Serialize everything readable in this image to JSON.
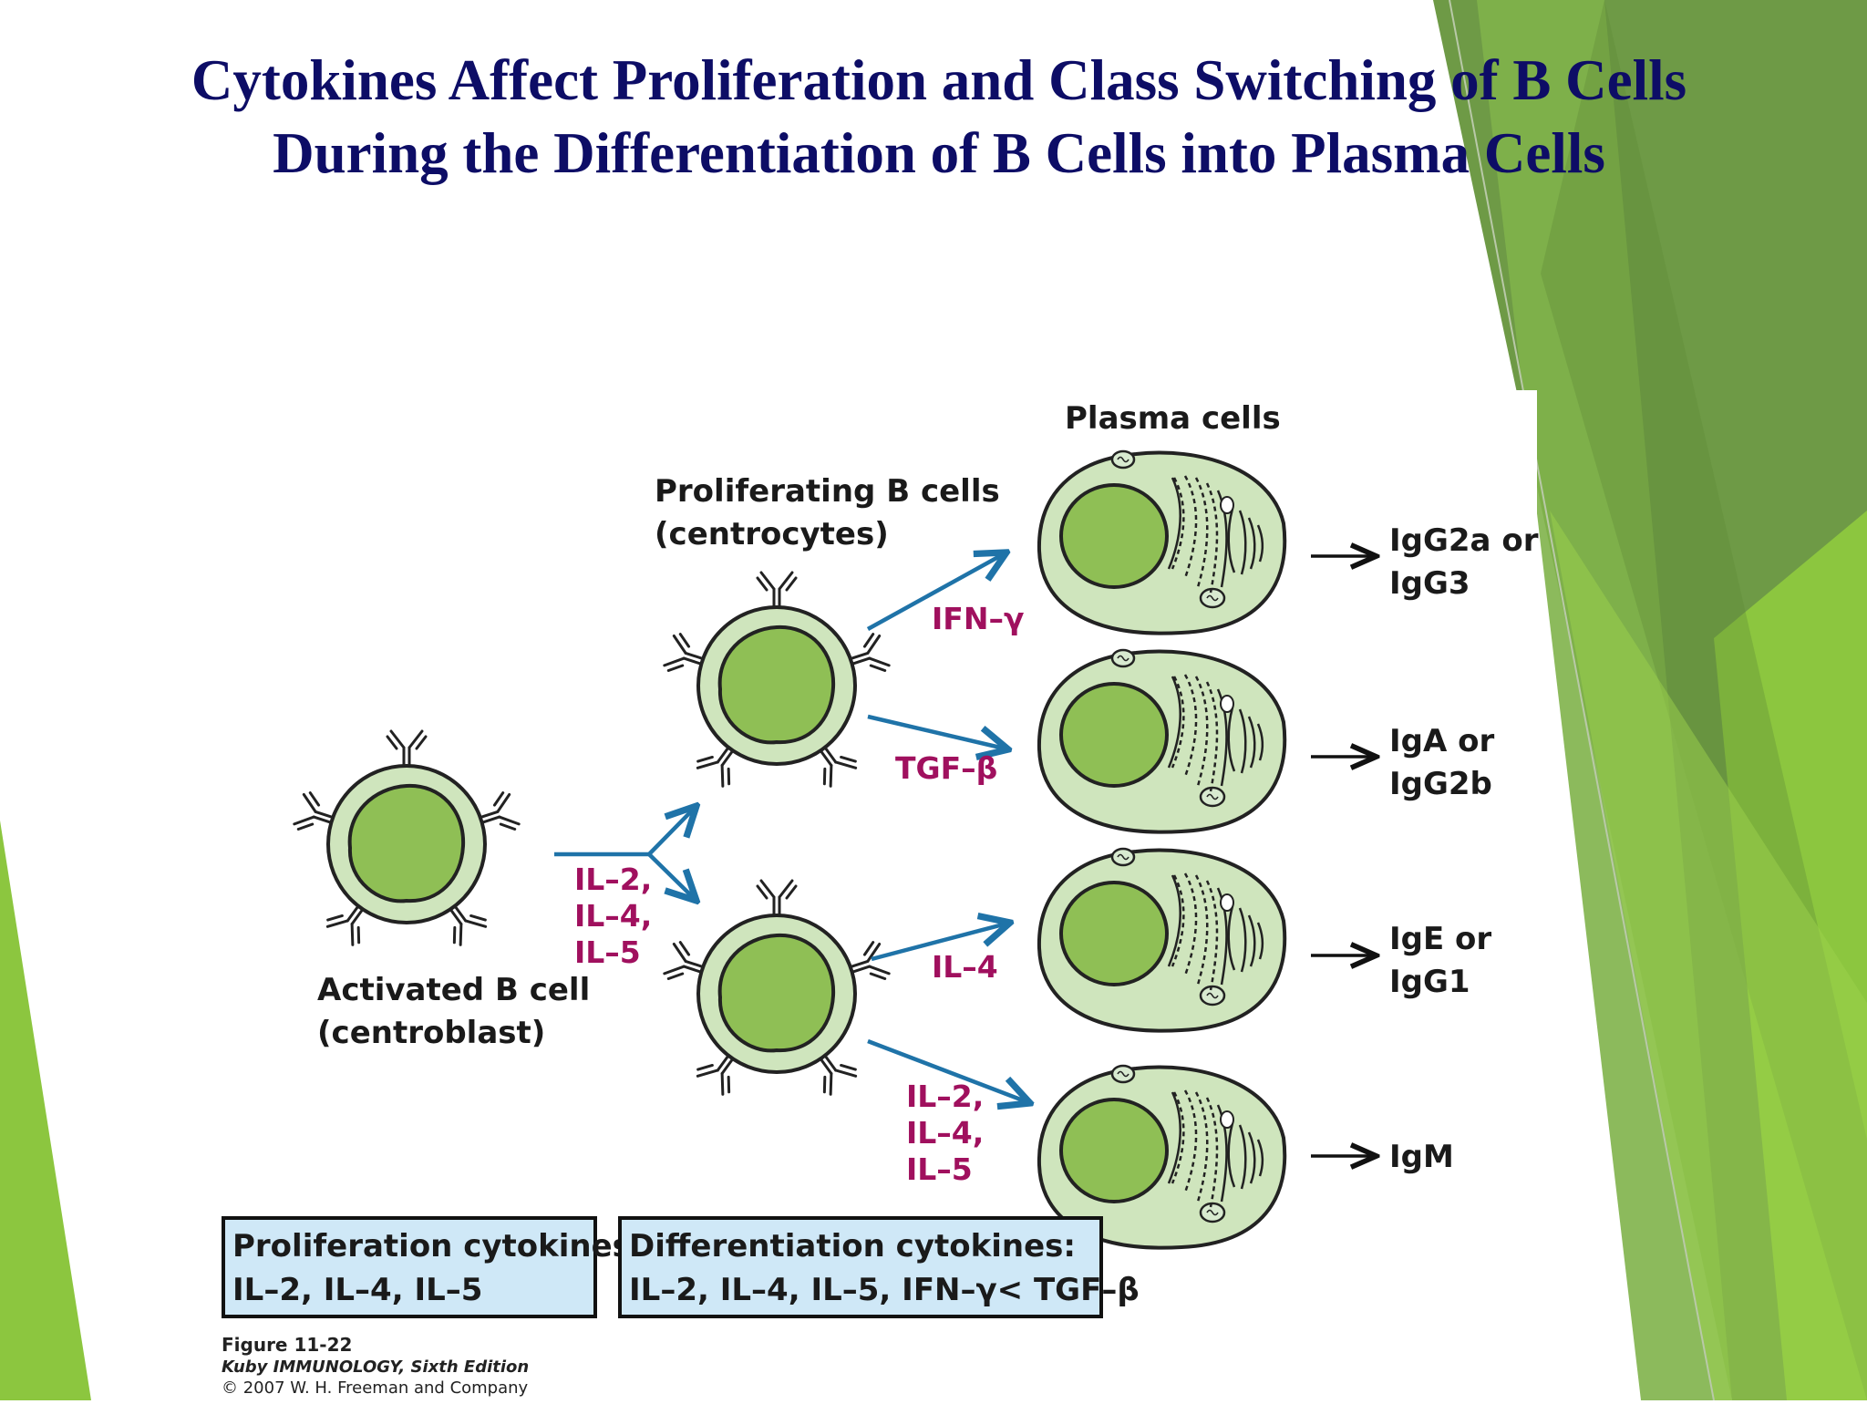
{
  "title": {
    "line1": "Cytokines Affect Proliferation and Class Switching of B Cells",
    "line2": "During the Differentiation of B Cells into Plasma Cells"
  },
  "colors": {
    "title": "#0d0d66",
    "cytokine": "#a0105e",
    "arrow": "#1f73a8",
    "cell_outer": "#cfe5bd",
    "nucleus": "#8fbf55",
    "legend_fill": "#cfe8f7",
    "green_dark": "#6e9a46",
    "green_light": "#8cc63f"
  },
  "diagram": {
    "activated_cell": {
      "line1": "Activated B cell",
      "line2": "(centroblast)"
    },
    "proliferating": {
      "line1": "Proliferating B cells",
      "line2": "(centrocytes)"
    },
    "plasma_heading": "Plasma cells",
    "first_cytokines": [
      "IL–2,",
      "IL–4,",
      "IL–5"
    ],
    "branches": [
      {
        "cytokine_lines": [
          "IFN–γ"
        ],
        "outputs": [
          "IgG2a or",
          "IgG3"
        ]
      },
      {
        "cytokine_lines": [
          "TGF–β"
        ],
        "outputs": [
          "IgA or",
          "IgG2b"
        ]
      },
      {
        "cytokine_lines": [
          "IL–4"
        ],
        "outputs": [
          "IgE or",
          "IgG1"
        ]
      },
      {
        "cytokine_lines": [
          "IL–2,",
          "IL–4,",
          "IL–5"
        ],
        "outputs": [
          "IgM"
        ]
      }
    ]
  },
  "legend": {
    "proliferation": {
      "title": "Proliferation cytokines:",
      "items": "IL–2, IL–4, IL–5"
    },
    "differentiation": {
      "title": "Differentiation cytokines:",
      "items": "IL–2, IL–4, IL–5, IFN–γ< TGF–β"
    }
  },
  "caption": {
    "figure": "Figure 11-22",
    "book": "Kuby IMMUNOLOGY, Sixth Edition",
    "copyright": "© 2007 W. H. Freeman and Company"
  }
}
